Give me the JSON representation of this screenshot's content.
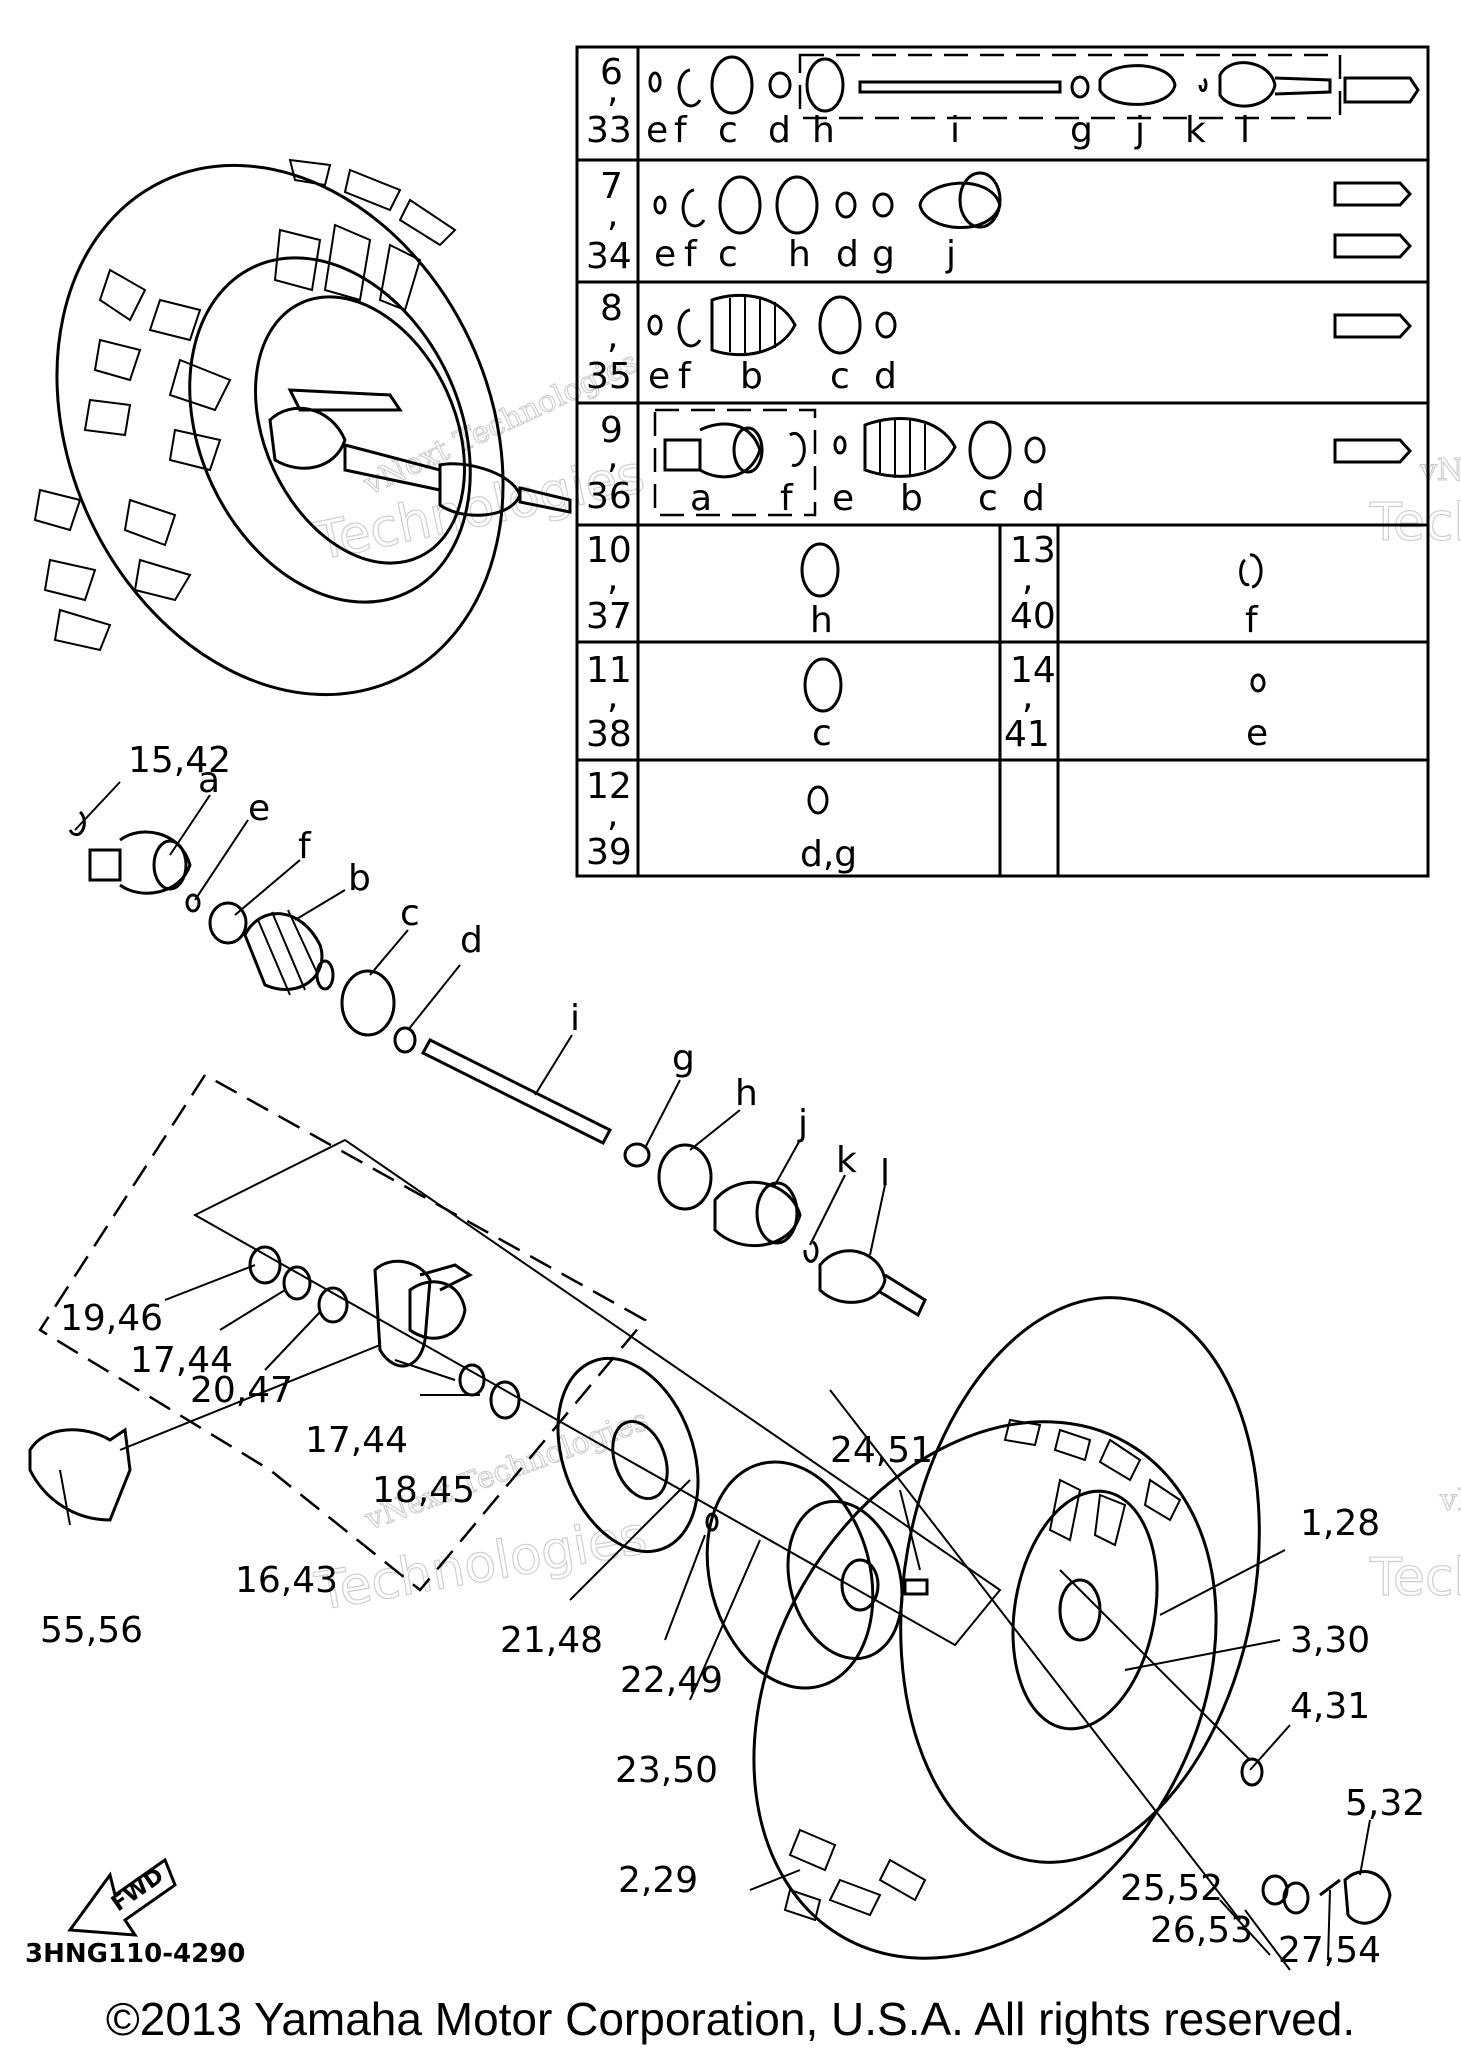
{
  "table": {
    "rows": [
      {
        "num": [
          "6",
          ",",
          "33"
        ],
        "letters": [
          "e",
          "f",
          "c",
          "d",
          "h",
          "i",
          "g",
          "j",
          "k",
          "l"
        ]
      },
      {
        "num": [
          "7",
          ",",
          "34"
        ],
        "letters": [
          "e",
          "f",
          "c",
          "h",
          "d",
          "g",
          "j"
        ]
      },
      {
        "num": [
          "8",
          ",",
          "35"
        ],
        "letters": [
          "e",
          "f",
          "b",
          "c",
          "d"
        ]
      },
      {
        "num": [
          "9",
          ",",
          "36"
        ],
        "letters": [
          "a",
          "f",
          "e",
          "b",
          "c",
          "d"
        ]
      }
    ],
    "split_rows": [
      {
        "left_num": [
          "10",
          ",",
          "37"
        ],
        "left_letter": "h",
        "right_num": [
          "13",
          ",",
          "40"
        ],
        "right_letter": "f"
      },
      {
        "left_num": [
          "11",
          ",",
          "38"
        ],
        "left_letter": "c",
        "right_num": [
          "14",
          ",",
          "41"
        ],
        "right_letter": "e"
      },
      {
        "left_num": [
          "12",
          ",",
          "39"
        ],
        "left_letter": "d,g",
        "right_num": [
          "",
          "",
          ""
        ],
        "right_letter": ""
      }
    ]
  },
  "callouts": {
    "c15": "15,42",
    "a": "a",
    "e": "e",
    "f": "f",
    "b": "b",
    "c": "c",
    "d": "d",
    "i": "i",
    "g": "g",
    "h": "h",
    "j": "j",
    "k": "k",
    "l": "l",
    "c19": "19,46",
    "c17a": "17,44",
    "c20": "20,47",
    "c17b": "17,44",
    "c18": "18,45",
    "c16": "16,43",
    "c55": "55,56",
    "c21": "21,48",
    "c22": "22,49",
    "c23": "23,50",
    "c24": "24,51",
    "c1": "1,28",
    "c3": "3,30",
    "c4": "4,31",
    "c5": "5,32",
    "c2": "2,29",
    "c25": "25,52",
    "c26": "26,53",
    "c27": "27,54"
  },
  "fwd_label": "FWD",
  "diagram_code": "3HNG110-4290",
  "watermark": {
    "line1": "vNext Technologies",
    "line2": "Technologies"
  },
  "copyright": "©2013 Yamaha Motor Corporation, U.S.A. All rights reserved."
}
